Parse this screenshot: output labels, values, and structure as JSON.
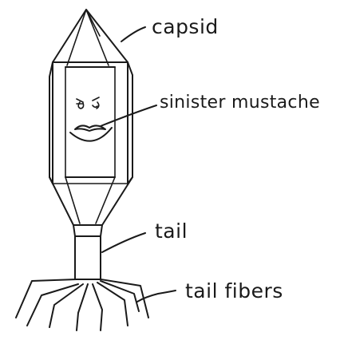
{
  "diagram": {
    "labels": {
      "capsid": "capsid",
      "mustache": "sinister mustache",
      "tail": "tail",
      "tail_fibers": "tail fibers"
    }
  }
}
